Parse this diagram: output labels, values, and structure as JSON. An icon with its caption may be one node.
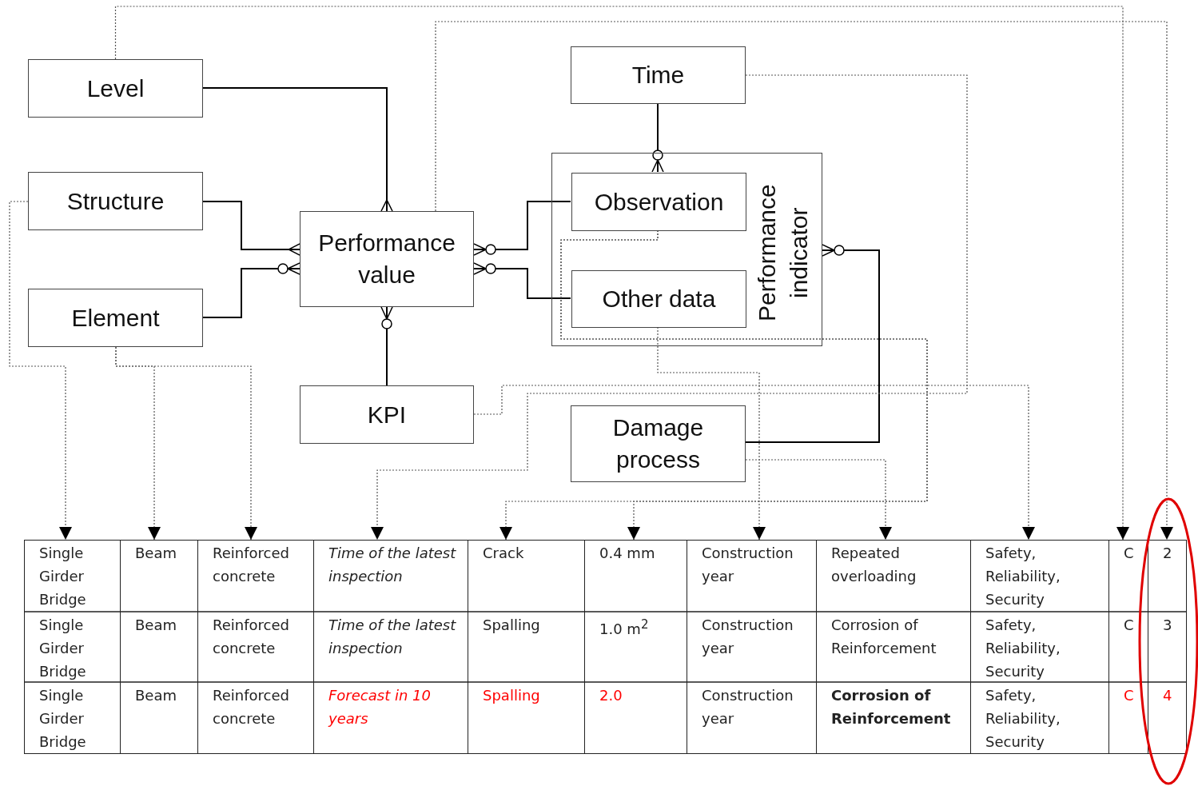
{
  "diagram": {
    "nodes": [
      {
        "text": [
          "Level"
        ]
      },
      {
        "text": [
          "Time"
        ]
      },
      {
        "text": [
          "Structure"
        ]
      },
      {
        "text": [
          "Performance value"
        ]
      },
      {
        "text": [
          "Performance indicator"
        ]
      },
      {
        "text": [
          "Observation"
        ],
        "in": 4
      },
      {
        "text": [
          "Other data"
        ],
        "in": 4
      },
      {
        "text": [
          "Element"
        ]
      },
      {
        "text": [
          "KPI"
        ]
      },
      {
        "text": [
          "Damage process"
        ]
      },
      {
        "text": [],
        "shape": "box"
      },
      {
        "text": [],
        "shape": "box"
      },
      {
        "text": [],
        "shape": "box"
      },
      {
        "text": [],
        "shape": "box"
      },
      {
        "text": [],
        "shape": "box"
      },
      {
        "text": [],
        "shape": "box"
      },
      {
        "text": [],
        "shape": "box"
      },
      {
        "text": [],
        "shape": "box"
      },
      {
        "text": [],
        "shape": "box"
      },
      {
        "text": [],
        "shape": "box"
      },
      {
        "text": [],
        "shape": "box"
      }
    ],
    "edges": [
      {
        "from": 0,
        "to": 3,
        "arrow": "other"
      },
      {
        "from": 2,
        "to": 3,
        "arrow": "other"
      },
      {
        "from": 7,
        "to": 3,
        "arrow": "other"
      },
      {
        "from": 5,
        "to": 3,
        "arrow": "other"
      },
      {
        "from": 6,
        "to": 3,
        "arrow": "other"
      },
      {
        "from": 8,
        "to": 3,
        "arrow": "other"
      },
      {
        "from": 1,
        "to": 5,
        "arrow": "other"
      },
      {
        "from": 9,
        "to": 4,
        "arrow": "other"
      },
      {
        "from": 2,
        "to": 10,
        "arrow": "to",
        "style": "dashed"
      },
      {
        "from": 7,
        "to": 11,
        "arrow": "to",
        "style": "dashed"
      },
      {
        "from": 7,
        "to": 12,
        "arrow": "to",
        "style": "dashed"
      },
      {
        "from": 1,
        "to": 13,
        "arrow": "to",
        "style": "dashed"
      },
      {
        "from": 5,
        "to": 14,
        "arrow": "to",
        "style": "dashed"
      },
      {
        "from": 5,
        "to": 15,
        "arrow": "to",
        "style": "dashed"
      },
      {
        "from": 6,
        "to": 16,
        "arrow": "to",
        "style": "dashed"
      },
      {
        "from": 9,
        "to": 17,
        "arrow": "to",
        "style": "dashed"
      },
      {
        "from": 8,
        "to": 18,
        "arrow": "to",
        "style": "dashed"
      },
      {
        "from": 0,
        "to": 19,
        "arrow": "to",
        "style": "dashed"
      },
      {
        "from": 3,
        "to": 20,
        "arrow": "to",
        "style": "dashed"
      }
    ],
    "labels": [
      "Single Girder Bridge",
      "Beam",
      "Reinforced concrete",
      "Time of the latest inspection",
      "Crack",
      "0.4 mm",
      "Construction year",
      "Repeated overloading",
      "Safety, Reliability, Security",
      "C",
      "2",
      "Single Girder Bridge",
      "Beam",
      "Reinforced concrete",
      "Time of the latest inspection",
      "Spalling",
      "1.0 m$^{2}$",
      "Construction year",
      "Corrosion of Reinforcement",
      "Safety, Reliability, Security",
      "C",
      "3",
      "Single Girder Bridge",
      "Beam",
      "Reinforced concrete",
      "Forecast in 10 years",
      "Spalling",
      "2.0",
      "Construction year",
      "Corrosion of Reinforcement",
      "Safety, Reliability, Security",
      "C",
      "4"
    ]
  }
}
